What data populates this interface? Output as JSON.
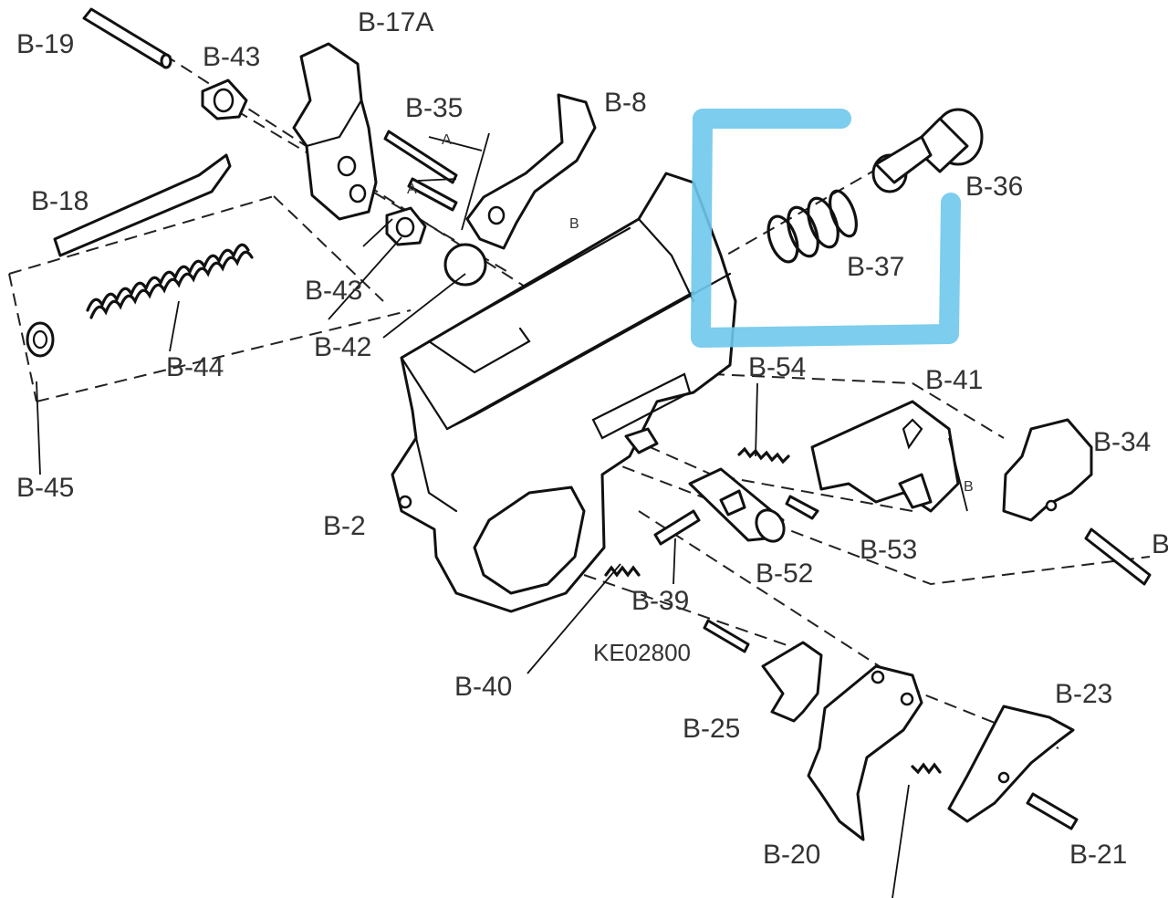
{
  "labels": {
    "b19": "B-19",
    "b43_top": "B-43",
    "b17a": "B-17A",
    "b35": "B-35",
    "b8": "B-8",
    "b36": "B-36",
    "b37": "B-37",
    "b18": "B-18",
    "b43_mid": "B-43",
    "b42": "B-42",
    "b44": "B-44",
    "b45": "B-45",
    "b54": "B-54",
    "b41": "B-41",
    "b34": "B-34",
    "b2": "B-2",
    "b53": "B-53",
    "b52": "B-52",
    "b39": "B-39",
    "ke": "KE02800",
    "b40": "B-40",
    "b25": "B-25",
    "b23": "B-23",
    "b20": "B-20",
    "b21": "B-21",
    "b_edge": "B"
  },
  "small_marks": {
    "a1": "A",
    "a2": "A",
    "b1": "B",
    "b2": "B"
  },
  "highlight": {
    "color": "#6ec8ec",
    "encloses": "B-37"
  }
}
